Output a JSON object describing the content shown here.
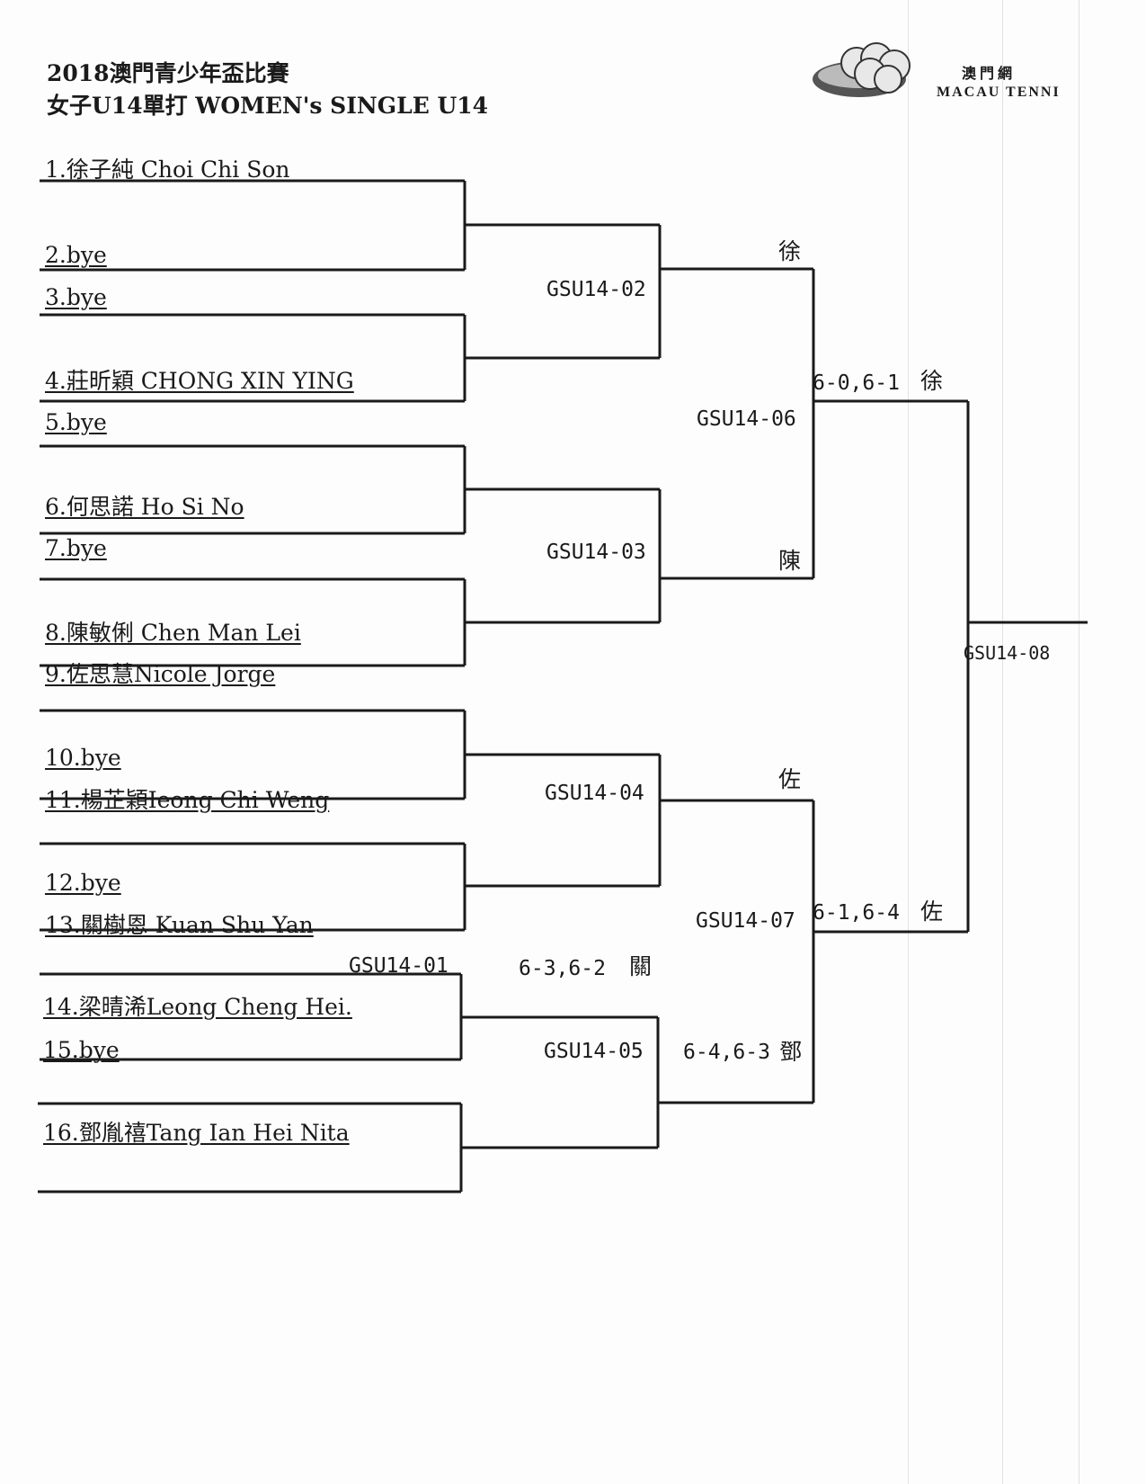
{
  "header": {
    "title_line1": "2018澳門青少年盃比賽",
    "title_line2": "女子U14單打 WOMEN's SINGLE U14",
    "org_zh": "澳 門 網",
    "org_en": "MACAU TENNI",
    "logo_icon": "tennis-balls-logo-icon"
  },
  "players": [
    "1.徐子純 Choi Chi Son",
    "2.bye",
    "3.bye",
    "4.莊昕穎 CHONG XIN YING",
    "5.bye",
    "6.何思諾 Ho Si No",
    "7.bye",
    "8.陳敏俐 Chen Man Lei",
    "9.佐思慧Nicole Jorge",
    "10.bye",
    "11.楊芷穎Ieong Chi Weng",
    "12.bye",
    "13.關樹恩 Kuan Shu Yan",
    "14.梁晴浠Leong Cheng Hei.",
    "15.bye",
    "16.鄧胤禧Tang Ian Hei Nita"
  ],
  "matches": {
    "m01": {
      "code": "GSU14-01",
      "score": "6-3,6-2",
      "winner": "關"
    },
    "m02": {
      "code": "GSU14-02",
      "winner": "徐"
    },
    "m03": {
      "code": "GSU14-03",
      "winner": "陳"
    },
    "m04": {
      "code": "GSU14-04",
      "winner": "佐"
    },
    "m05": {
      "code": "GSU14-05",
      "score": "6-4,6-3",
      "winner": "鄧"
    },
    "m06": {
      "code": "GSU14-06",
      "score": "6-0,6-1",
      "winner": "徐"
    },
    "m07": {
      "code": "GSU14-07",
      "score": "6-1,6-4",
      "winner": "佐"
    },
    "m08": {
      "code": "GSU14-08"
    }
  },
  "colors": {
    "line": "#1a1a1a",
    "background": "#fdfdfd"
  }
}
